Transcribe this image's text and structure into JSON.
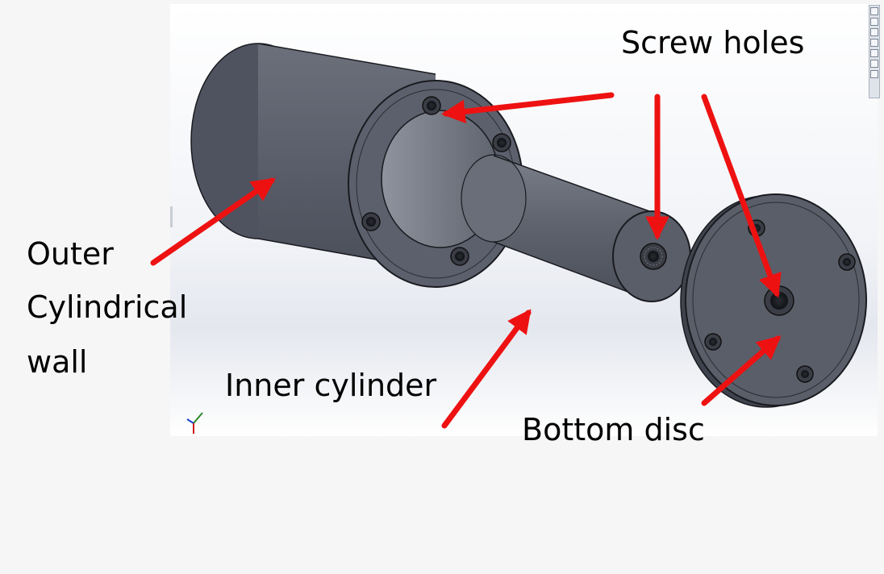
{
  "labels": {
    "screw_holes": "Screw holes",
    "outer_wall_line1": "Outer",
    "outer_wall_line2": "Cylindrical",
    "outer_wall_line3": "wall",
    "inner_cylinder": "Inner cylinder",
    "bottom_disc": "Bottom disc"
  },
  "colors": {
    "background": "#f6f6f6",
    "viewport_top": "#ffffff",
    "viewport_bottom": "#e8eaf0",
    "part_body": "#5d6270",
    "part_dark": "#3e424c",
    "part_light": "#868b97",
    "edge": "#1a1b20",
    "arrow": "#ee1111"
  },
  "icons": [
    "view-orientation-icon",
    "section-view-icon",
    "display-style-icon",
    "hide-show-icon",
    "appearance-icon",
    "scene-icon",
    "view-settings-icon",
    "triad-axis-icon"
  ]
}
